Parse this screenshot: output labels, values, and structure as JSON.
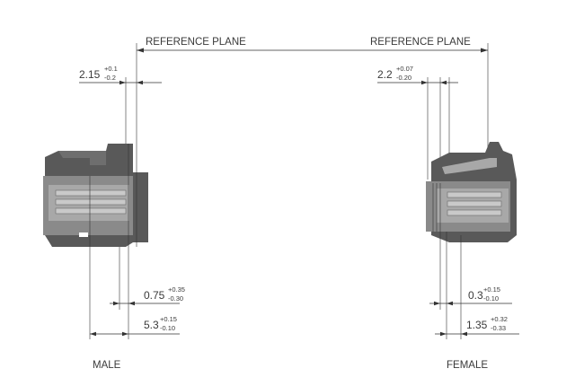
{
  "labels": {
    "ref_left": "REFERENCE PLANE",
    "ref_right": "REFERENCE PLANE",
    "male": "MALE",
    "female": "FEMALE"
  },
  "dimensions": {
    "male_top": {
      "base": "2.15",
      "plus": "+0.1",
      "minus": "-0.2"
    },
    "female_top": {
      "base": "2.2",
      "plus": "+0.07",
      "minus": "-0.20"
    },
    "male_075": {
      "base": "0.75",
      "plus": "+0.35",
      "minus": "-0.30"
    },
    "male_53": {
      "base": "5.3",
      "plus": "+0.15",
      "minus": "-0.10"
    },
    "female_03": {
      "base": "0.3",
      "plus": "+0.15",
      "minus": "-0.10"
    },
    "female_135": {
      "base": "1.35",
      "plus": "+0.32",
      "minus": "-0.33"
    }
  },
  "colors": {
    "connector_dark": "#595959",
    "connector_light": "#a8a8a8",
    "line": "#333333"
  }
}
